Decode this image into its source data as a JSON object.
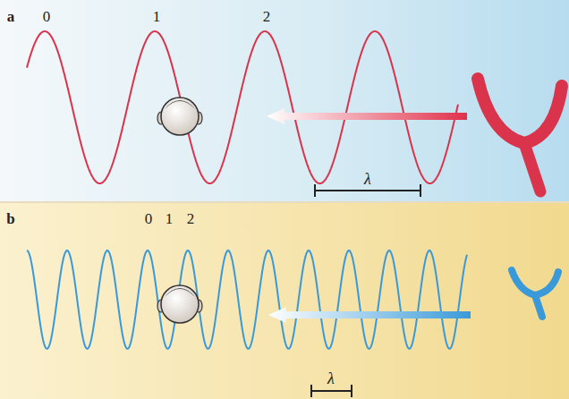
{
  "diagram": {
    "labels": [
      "a",
      "0",
      "1",
      "2",
      "λ",
      "b",
      "0",
      "1",
      "2",
      "λ"
    ]
  }
}
